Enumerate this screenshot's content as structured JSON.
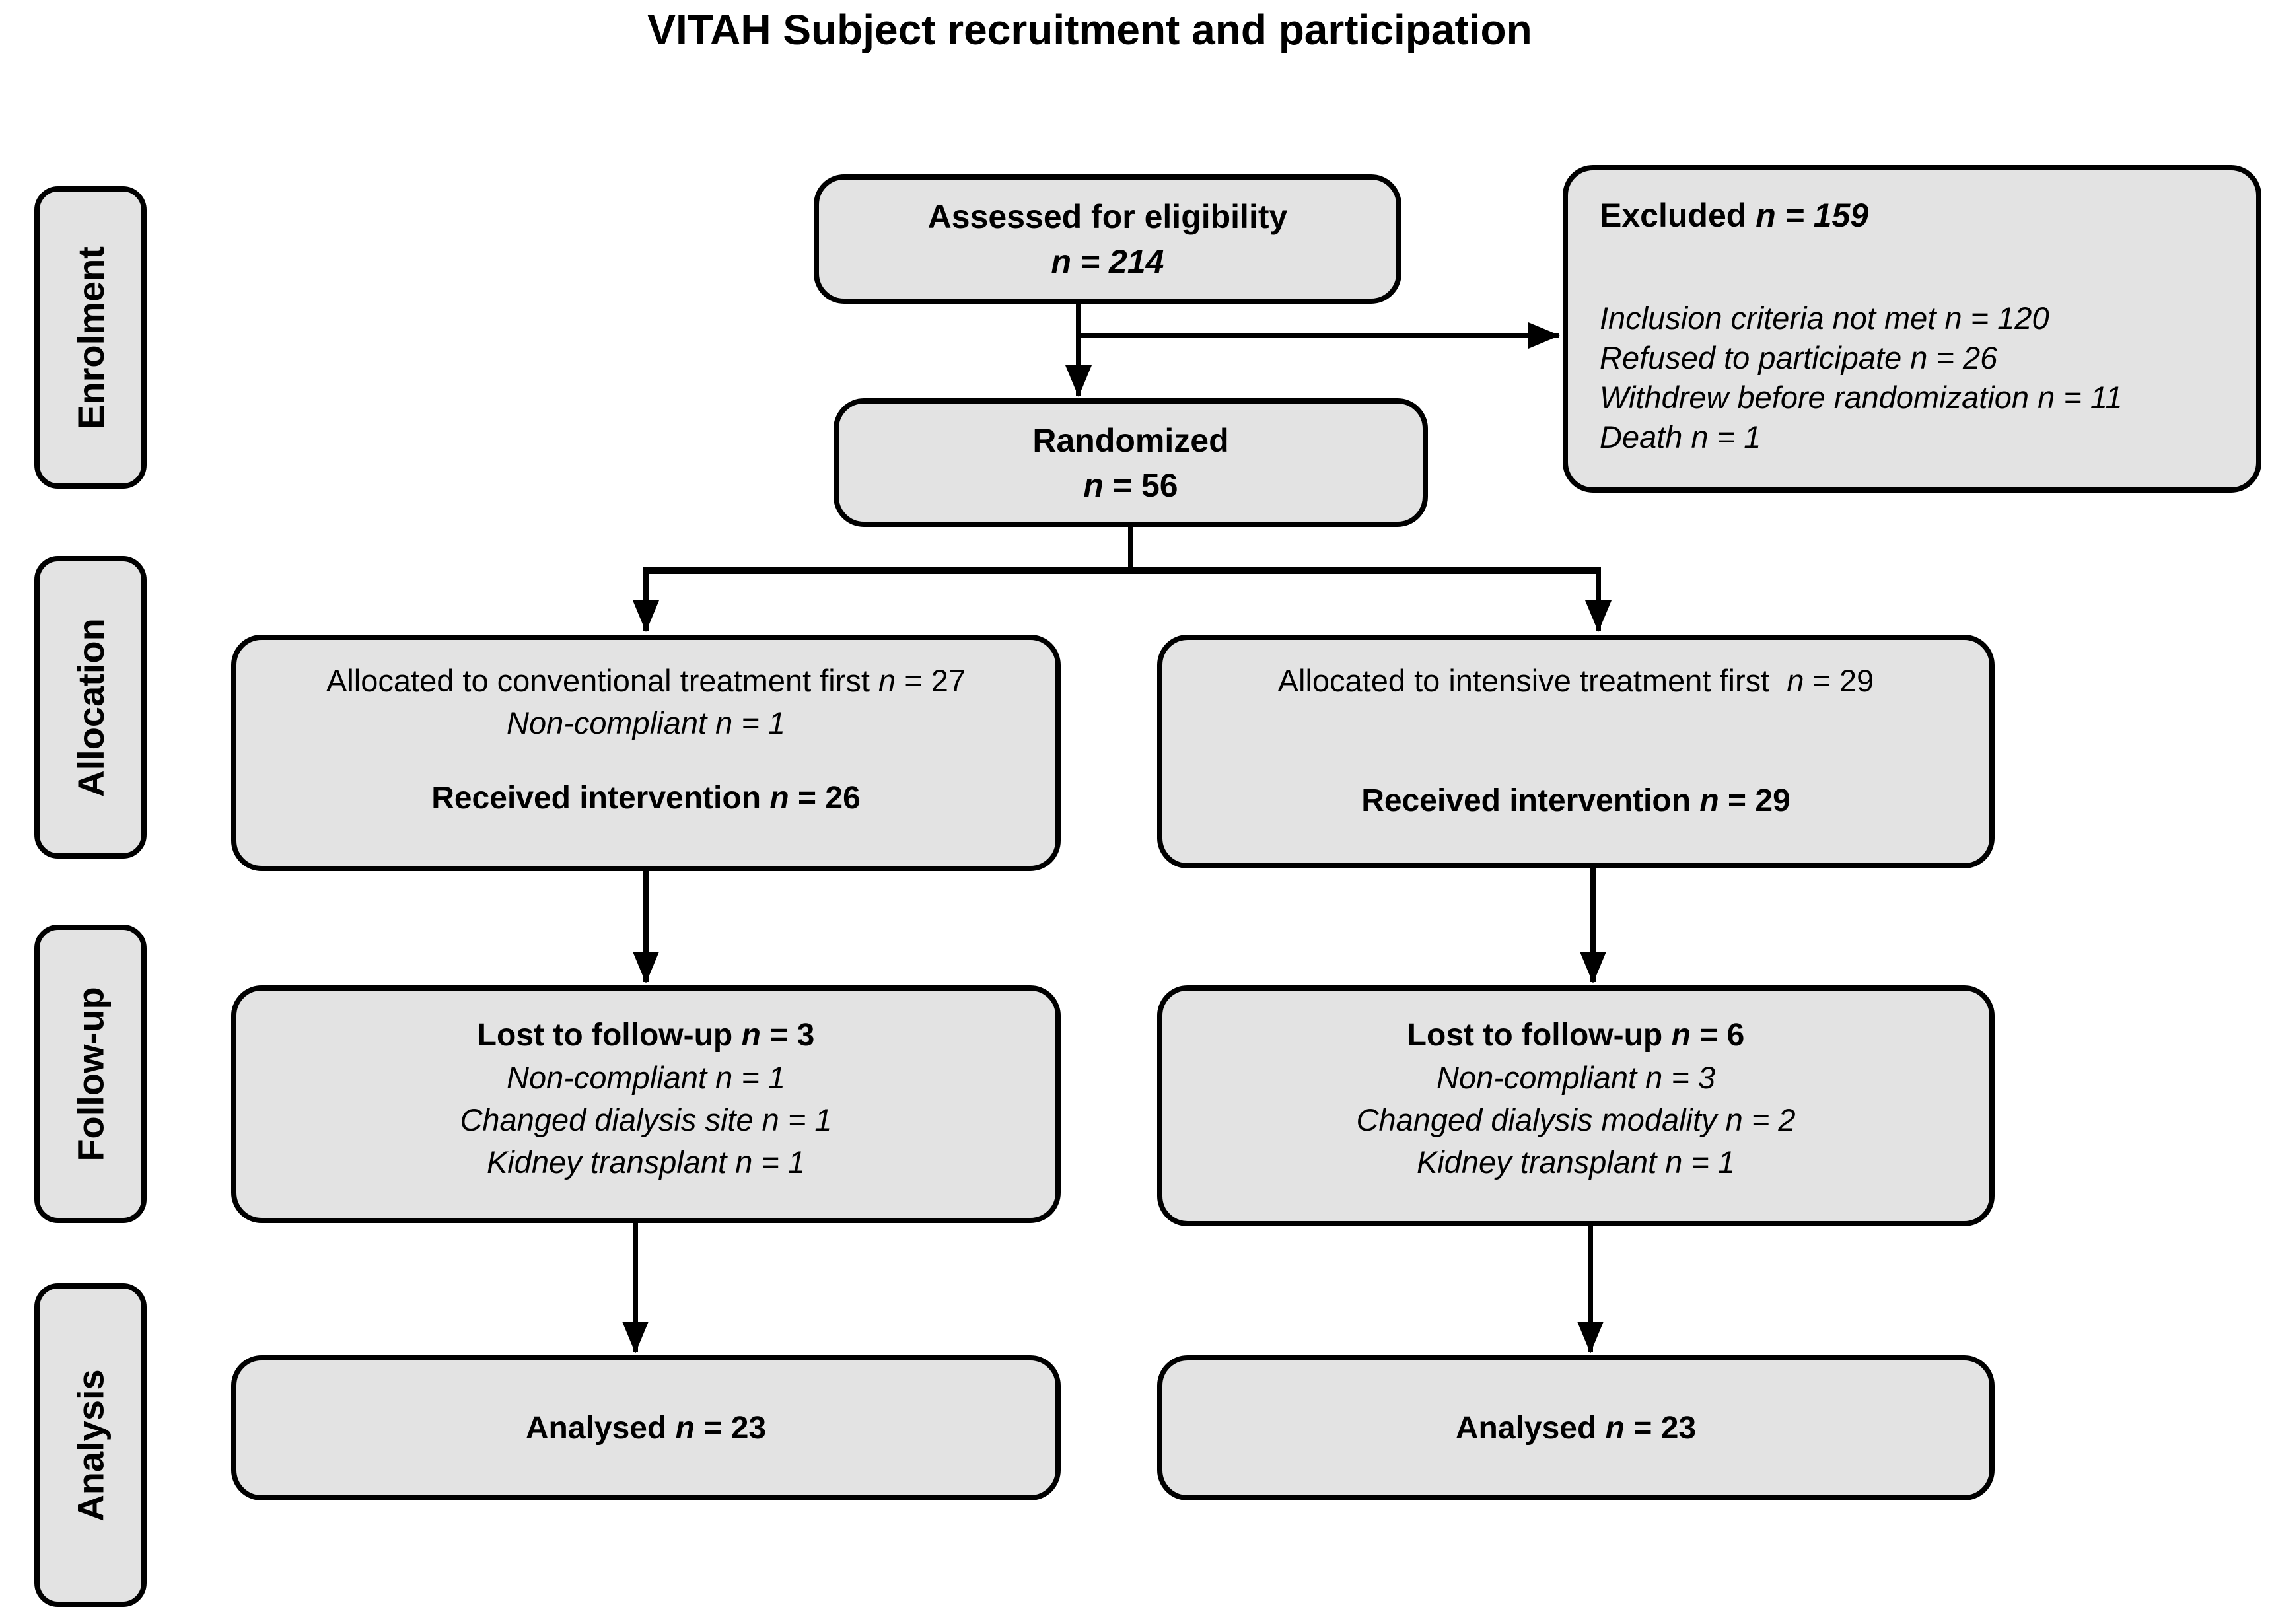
{
  "title": "VITAH Subject recruitment and participation",
  "n_symbol": "n",
  "colors": {
    "box_fill": "#e3e3e3",
    "box_border": "#000000",
    "page_background": "#ffffff",
    "text": "#000000"
  },
  "stages": {
    "enrolment": "Enrolment",
    "allocation": "Allocation",
    "followup": "Follow-up",
    "analysis": "Analysis"
  },
  "boxes": {
    "assessed": {
      "title": "Assessed for eligibility",
      "eq": "= 214"
    },
    "excluded": {
      "header_pre": "Excluded",
      "header_eq": "= 159",
      "reasons": [
        {
          "pre": "Inclusion criteria not met",
          "eq": "= 120"
        },
        {
          "pre": "Refused to participate",
          "eq": "= 26"
        },
        {
          "pre": "Withdrew before randomization",
          "eq": "= 11"
        },
        {
          "pre": "Death",
          "eq": "= 1"
        }
      ]
    },
    "randomized": {
      "title": "Randomized",
      "eq": "= 56"
    },
    "alloc_left": {
      "line1_pre": "Allocated to conventional treatment first",
      "line1_eq": "= 27",
      "line2_pre": "Non-compliant",
      "line2_eq": "= 1",
      "received_pre": "Received intervention",
      "received_eq": "= 26"
    },
    "alloc_right": {
      "line1_pre": "Allocated to intensive treatment first",
      "line1_eq": "= 29",
      "received_pre": "Received intervention",
      "received_eq": "= 29"
    },
    "followup_left": {
      "header_pre": "Lost to follow-up",
      "header_eq": "= 3",
      "reasons": [
        {
          "pre": "Non-compliant",
          "eq": "= 1"
        },
        {
          "pre": "Changed dialysis site",
          "eq": "= 1"
        },
        {
          "pre": "Kidney transplant",
          "eq": "= 1"
        }
      ]
    },
    "followup_right": {
      "header_pre": "Lost to follow-up",
      "header_eq": "= 6",
      "reasons": [
        {
          "pre": "Non-compliant",
          "eq": "= 3"
        },
        {
          "pre": "Changed dialysis modality",
          "eq": "= 2"
        },
        {
          "pre": "Kidney transplant",
          "eq": "= 1"
        }
      ]
    },
    "analysed_left": {
      "pre": "Analysed",
      "eq": "= 23"
    },
    "analysed_right": {
      "pre": "Analysed",
      "eq": "= 23"
    }
  }
}
